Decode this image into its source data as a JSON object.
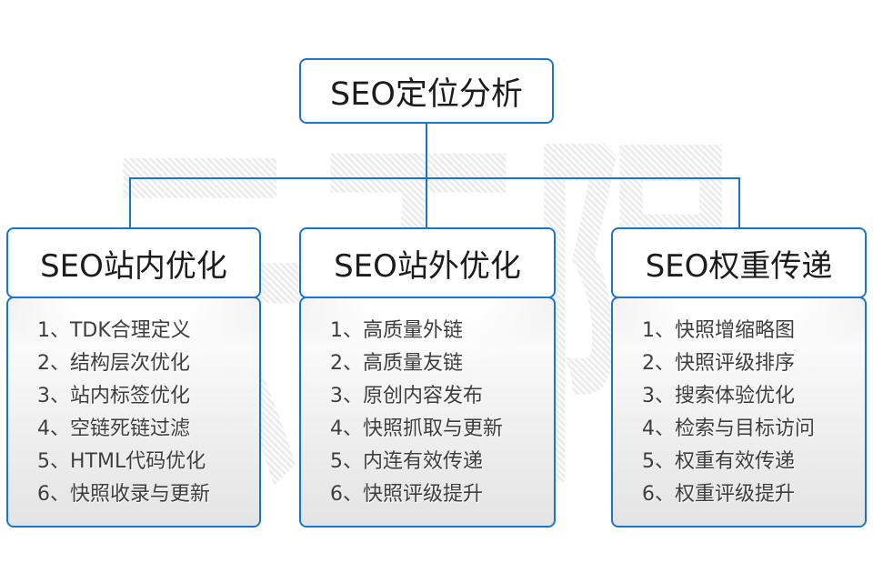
{
  "diagram": {
    "root_title": "SEO定位分析",
    "watermark_text": "云无限",
    "columns": [
      {
        "title": "SEO站内优化",
        "items": [
          "1、TDK合理定义",
          "2、结构层次优化",
          "3、站内标签优化",
          "4、空链死链过滤",
          "5、HTML代码优化",
          "6、快照收录与更新"
        ]
      },
      {
        "title": "SEO站外优化",
        "items": [
          "1、高质量外链",
          "2、高质量友链",
          "3、原创内容发布",
          "4、快照抓取与更新",
          "5、内连有效传递",
          "6、快照评级提升"
        ]
      },
      {
        "title": "SEO权重传递",
        "items": [
          "1、快照增缩略图",
          "2、快照评级排序",
          "3、搜索体验优化",
          "4、检索与目标访问",
          "5、权重有效传递",
          "6、权重评级提升"
        ]
      }
    ],
    "colors": {
      "accent_blue": "#1b76cb",
      "title_text": "#1c1c1c",
      "list_text": "#3d3d3d",
      "watermark_gray": "#ececec"
    }
  }
}
